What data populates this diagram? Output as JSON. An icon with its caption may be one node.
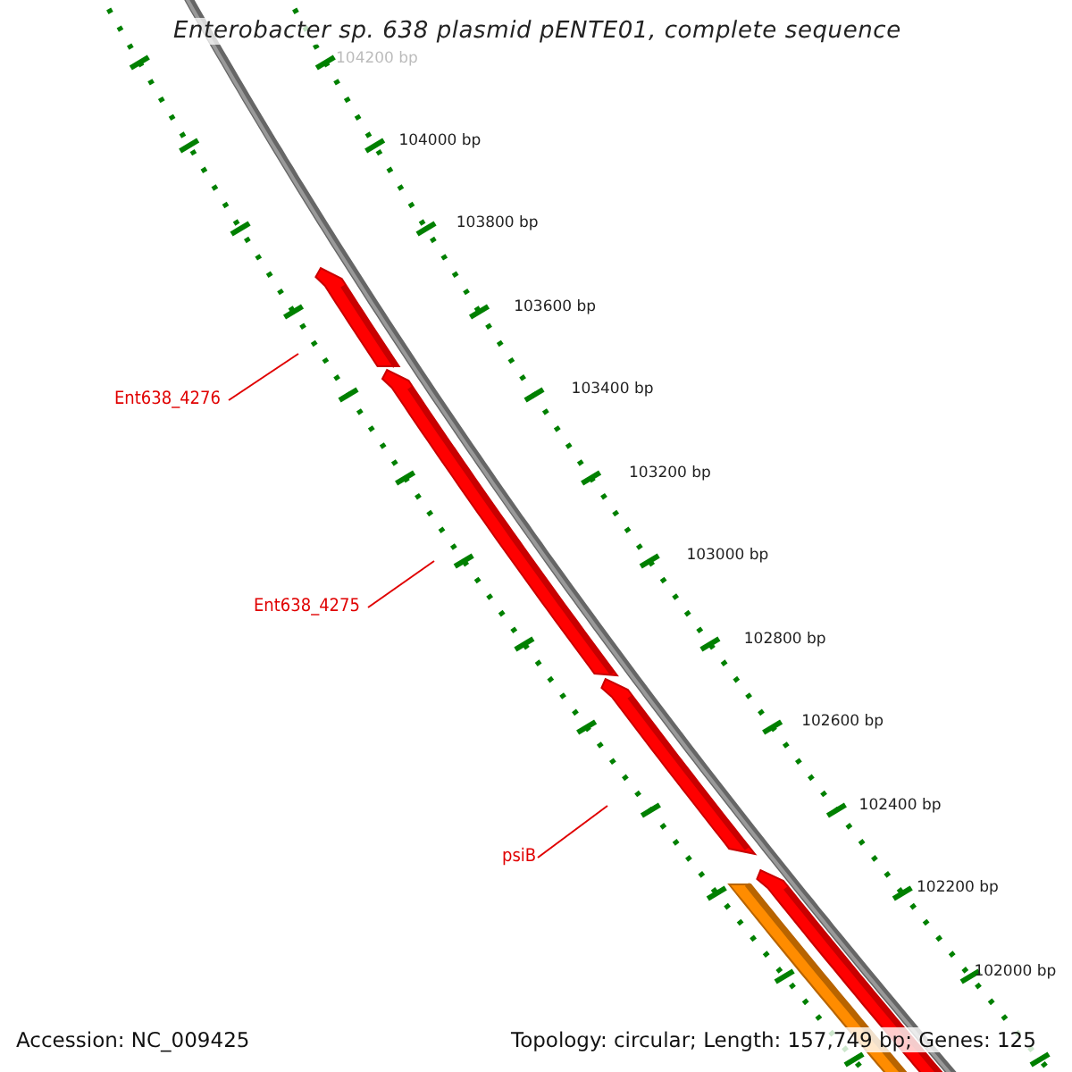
{
  "diagram": {
    "title": "Enterobacter sp. 638 plasmid pENTE01, complete sequence",
    "nodes": [
      {
        "text": [
          "Ent638_4276"
        ]
      },
      {
        "text": [
          "Ent638_4275"
        ]
      },
      {
        "text": [
          "psiB"
        ]
      }
    ],
    "edges": [
      {
        "from": 0,
        "to": null,
        "arrow": "none"
      },
      {
        "from": 1,
        "to": null,
        "arrow": "none"
      },
      {
        "from": 2,
        "to": null,
        "arrow": "none"
      }
    ],
    "labels": [
      "104200 bp",
      "104000 bp",
      "103800 bp",
      "103600 bp",
      "103400 bp",
      "103200 bp",
      "103000 bp",
      "102800 bp",
      "102600 bp",
      "102400 bp",
      "102200 bp",
      "102000 bp",
      "Accession: NC_009425",
      "Topology: circular; Length: 157,749 bp; Genes: 125"
    ]
  }
}
